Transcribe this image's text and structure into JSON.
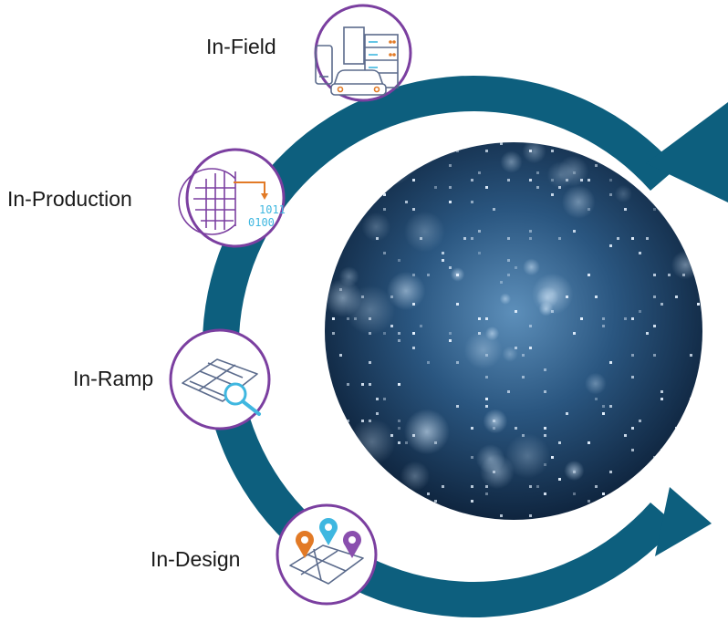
{
  "stages": {
    "field": "In-Field",
    "production": "In-Production",
    "ramp": "In-Ramp",
    "design": "In-Design"
  },
  "binary": {
    "line1": "1011",
    "line2": "0100"
  },
  "colors": {
    "cycle_arrow": "#0d5f7e",
    "icon_ring": "#7b3fa0",
    "accent_orange": "#e27a26",
    "accent_cyan": "#3fb7e0",
    "accent_purple": "#8a4fae",
    "icon_line": "#5b6b8c",
    "circuit_dark": "#0a1c33",
    "circuit_light": "#6fa7d4"
  },
  "icons": {
    "field": "devices-car-server-icon",
    "production": "wafer-binary-icon",
    "ramp": "wafer-magnifier-icon",
    "design": "map-location-pins-icon"
  }
}
